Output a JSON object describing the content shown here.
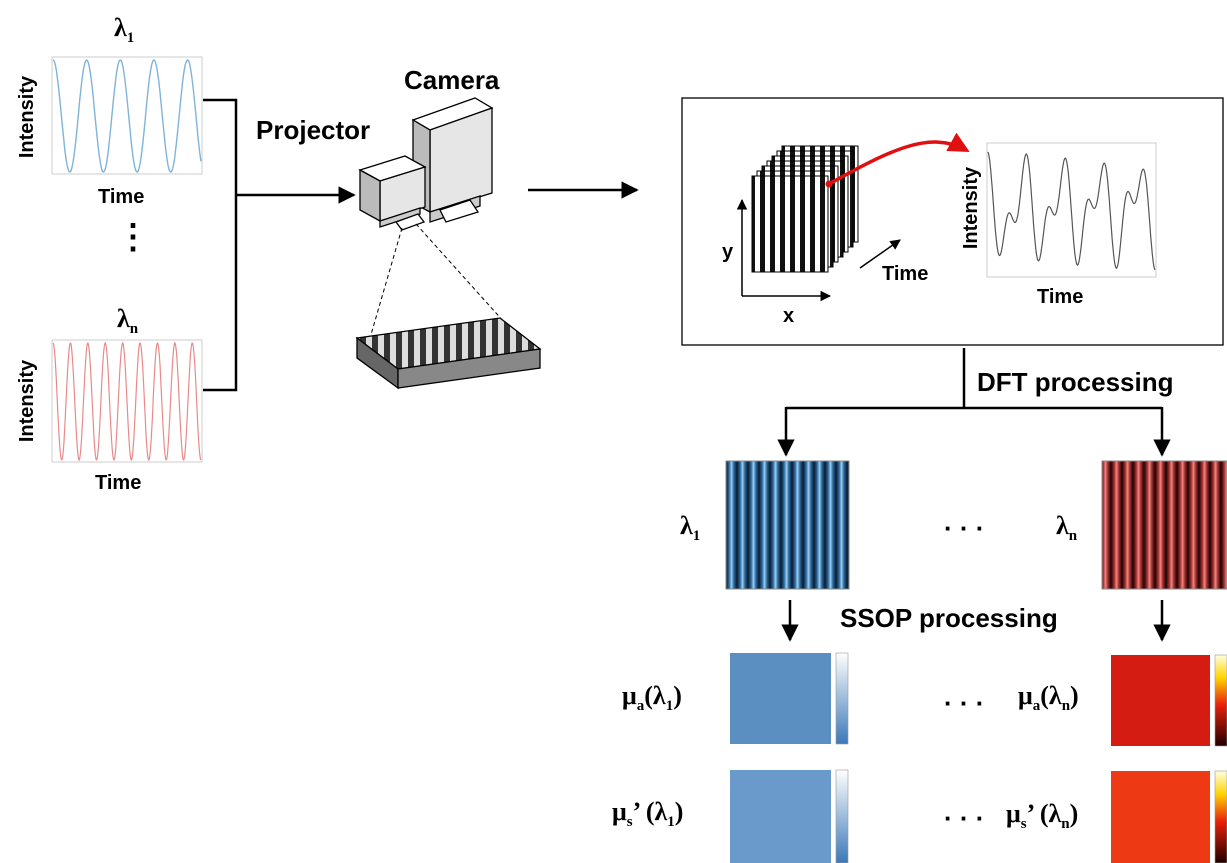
{
  "left": {
    "lambda_top": {
      "symbol": "λ",
      "sub": "1"
    },
    "lambda_bottom": {
      "symbol": "λ",
      "sub": "n"
    },
    "y_label_top": "Intensity",
    "x_label_top": "Time",
    "y_label_bottom": "Intensity",
    "x_label_bottom": "Time",
    "ellipsis": "⋮"
  },
  "device": {
    "camera_label": "Camera",
    "projector_label": "Projector"
  },
  "acquisition": {
    "axis_y": "y",
    "axis_x": "x",
    "axis_time": "Time",
    "plot_y_label": "Intensity",
    "plot_x_label": "Time"
  },
  "steps": {
    "dft": "DFT processing",
    "ssop": "SSOP processing"
  },
  "results": {
    "lambda_left": {
      "symbol": "λ",
      "sub": "1"
    },
    "lambda_right": {
      "symbol": "λ",
      "sub": "n"
    },
    "middle_ellipsis": "· · ·",
    "ua_left": {
      "pre": "μ",
      "sub": "a",
      "open": "(λ",
      "lsub": "1",
      "close": ")"
    },
    "ua_right": {
      "pre": "μ",
      "sub": "a",
      "open": "(λ",
      "lsub": "n",
      "close": ")"
    },
    "us_left": {
      "pre": "μ",
      "sub": "s",
      "mid": "’ (λ",
      "lsub": "1",
      "close": ")"
    },
    "us_right": {
      "pre": "μ",
      "sub": "s",
      "mid": "’ (λ",
      "lsub": "n",
      "close": ")"
    },
    "row_ellipsis": "· · ·"
  },
  "colors": {
    "blue_wave": "#7fb3d8",
    "red_wave": "#e88a8a",
    "blue_map": "#5b8fc2",
    "red_map": "#e0271b",
    "arrow_red": "#e01010"
  }
}
